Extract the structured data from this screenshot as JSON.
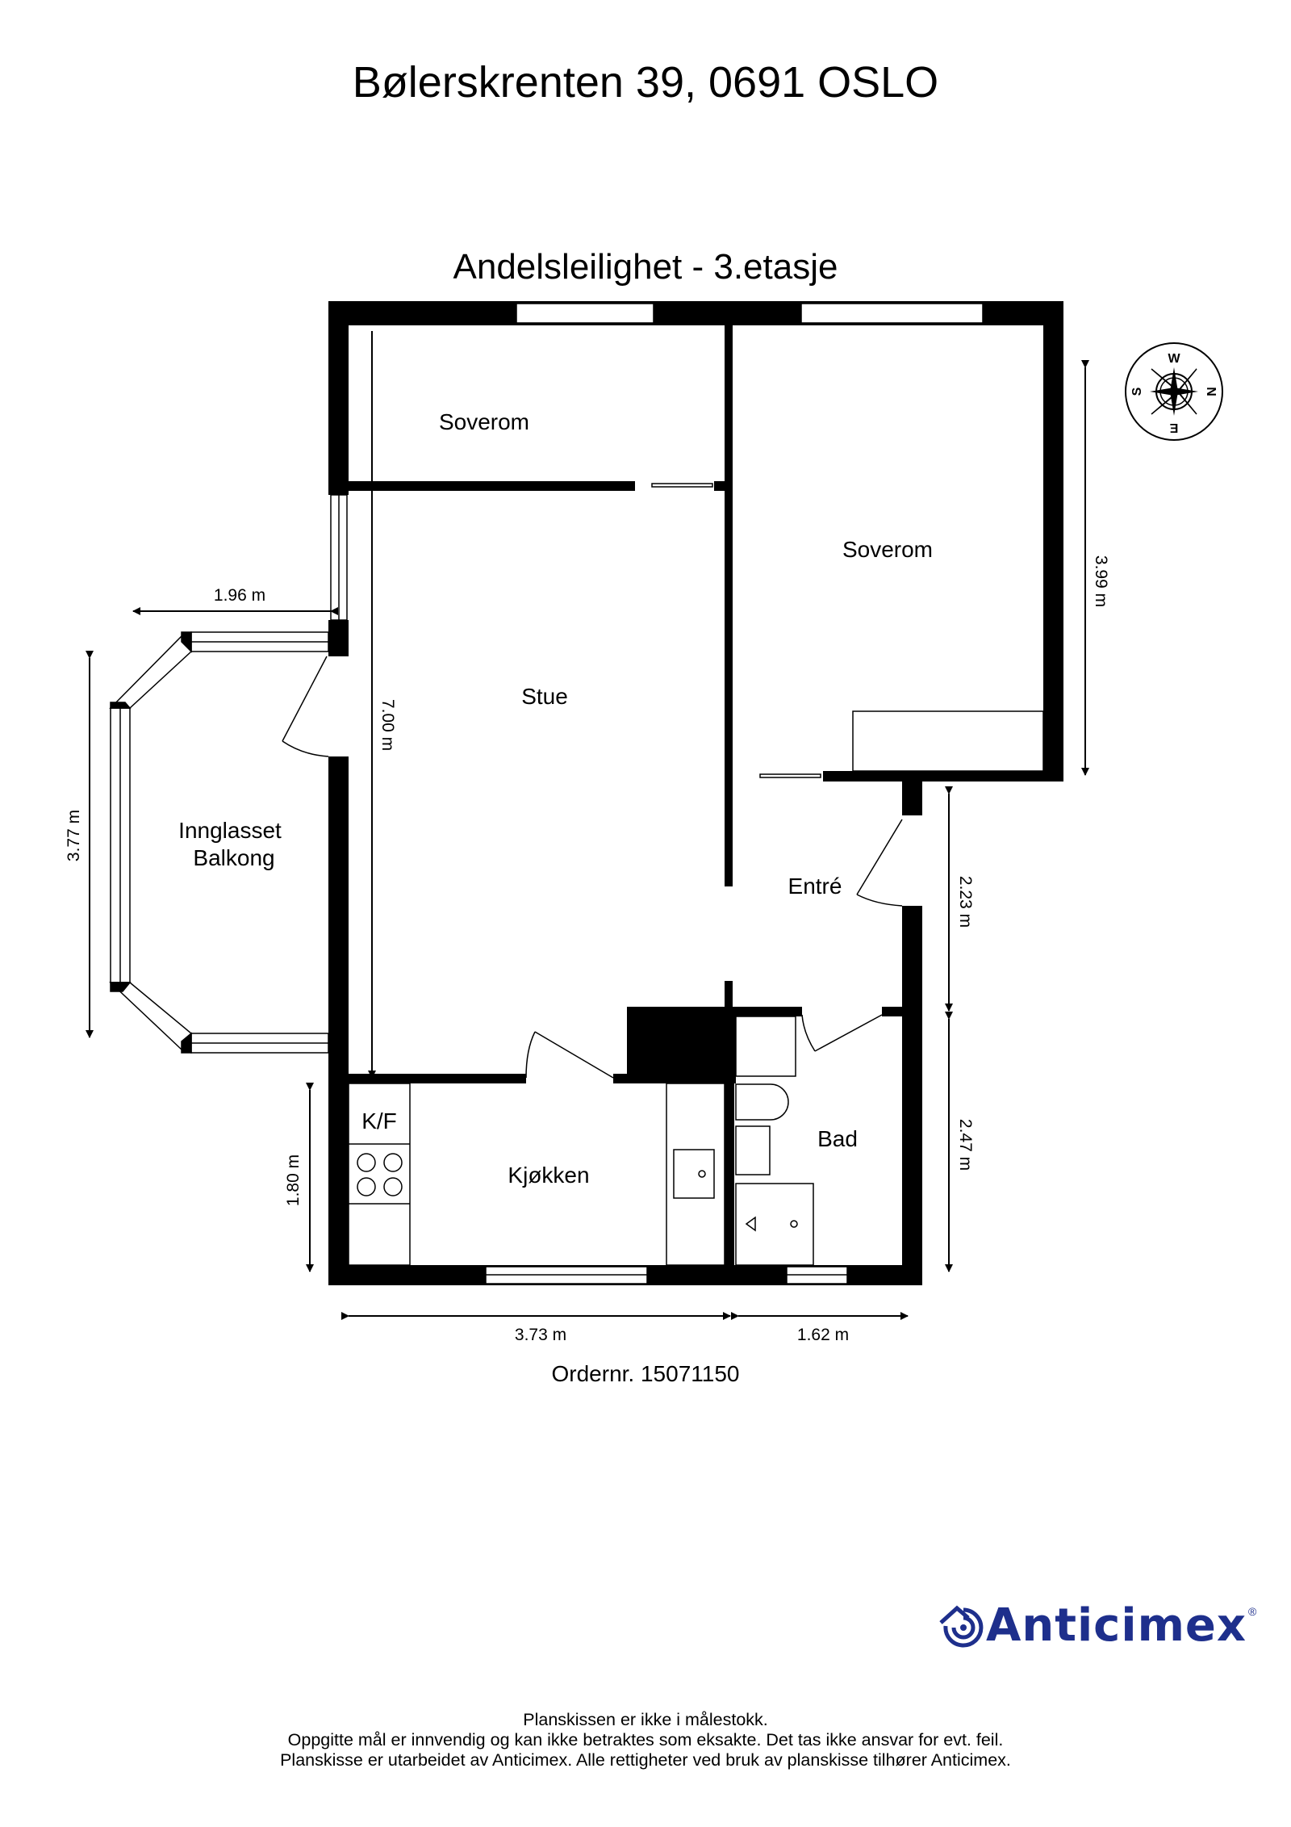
{
  "header": {
    "address": "Bølerskrenten 39, 0691 OSLO",
    "plan_title": "Andelsleilighet  - 3.etasje"
  },
  "rooms": {
    "soverom_1": "Soverom",
    "soverom_2": "Soverom",
    "stue": "Stue",
    "balkong_line1": "Innglasset",
    "balkong_line2": "Balkong",
    "entre": "Entré",
    "kjokken": "Kjøkken",
    "kf": "K/F",
    "bad": "Bad"
  },
  "dimensions": {
    "balcony_width": "1.96 m",
    "balcony_height": "3.77 m",
    "stue_length": "7.00 m",
    "soverom_depth": "3.99 m",
    "entre_length": "2.23 m",
    "bad_length": "2.47 m",
    "kjokken_depth": "1.80 m",
    "kjokken_width": "3.73 m",
    "bad_width": "1.62 m"
  },
  "compass": {
    "top": "W",
    "right": "N",
    "bottom": "E",
    "left": "S"
  },
  "order": "Ordernr. 15071150",
  "brand": {
    "name": "Anticimex",
    "registered": "®",
    "color": "#1e2f8c"
  },
  "footer": {
    "line1": "Planskissen er ikke i målestokk.",
    "line2": "Oppgitte mål er innvendig og kan ikke betraktes som eksakte. Det tas ikke ansvar for evt. feil.",
    "line3": "Planskisse er utarbeidet av Anticimex. Alle rettigheter ved bruk av planskisse tilhører Anticimex."
  }
}
